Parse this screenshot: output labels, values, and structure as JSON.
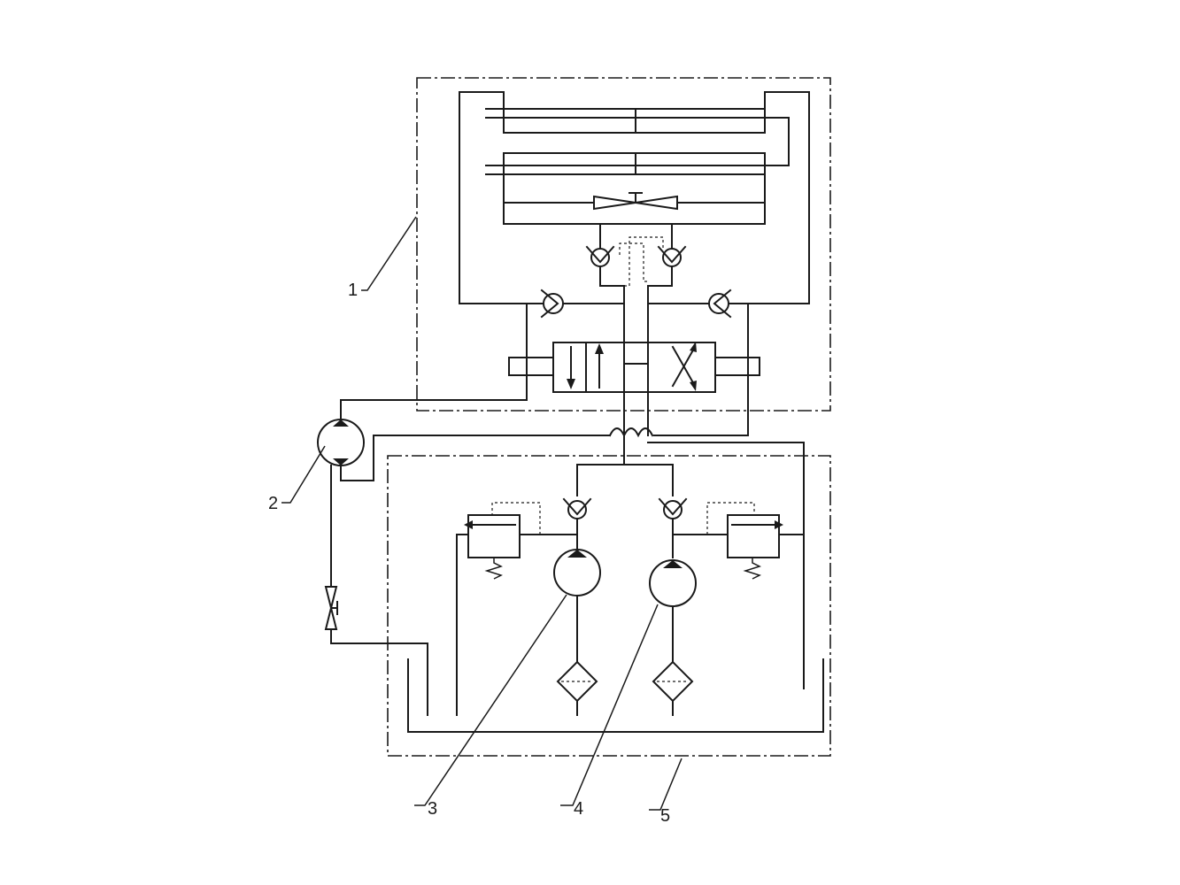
{
  "figure": {
    "callouts": [
      {
        "id": "1",
        "text": "1"
      },
      {
        "id": "2",
        "text": "2"
      },
      {
        "id": "3",
        "text": "3"
      },
      {
        "id": "4",
        "text": "4"
      },
      {
        "id": "5",
        "text": "5"
      }
    ],
    "colors": {
      "line": "#1a1a1a",
      "background": "#ffffff"
    }
  }
}
